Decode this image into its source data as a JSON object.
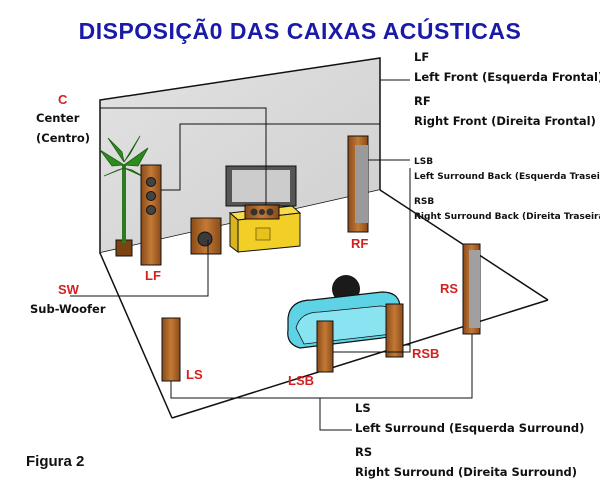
{
  "title": "DISPOSIÇÃ0 DAS CAIXAS ACÚSTICAS",
  "figure_label": "Figura 2",
  "callouts": {
    "lf": {
      "code": "LF",
      "name": "Left Front (Esquerda Frontal)"
    },
    "rf": {
      "code": "RF",
      "name": "Right Front (Direita Frontal)"
    },
    "c": {
      "code": "C",
      "name": "Center",
      "alt": "(Centro)"
    },
    "lsb": {
      "code": "LSB",
      "name": "Left Surround Back (Esquerda Traseira)"
    },
    "rsb": {
      "code": "RSB",
      "name": "Right Surround Back (Direita Traseira)"
    },
    "sw": {
      "code": "SW",
      "name": "Sub-Woofer"
    },
    "ls": {
      "code": "LS",
      "name": "Left Surround (Esquerda Surround)"
    },
    "rs": {
      "code": "RS",
      "name": "Right Surround (Direita Surround)"
    }
  },
  "speaker_tags": {
    "lf": "LF",
    "rf": "RF",
    "rs": "RS",
    "ls": "LS",
    "lsb": "LSB",
    "rsb": "RSB"
  },
  "colors": {
    "title": "#1a1aa8",
    "code": "#d42020",
    "wood": "#b86a2a",
    "sofa": "#5fd3e6",
    "rack": "#f2cf26"
  }
}
